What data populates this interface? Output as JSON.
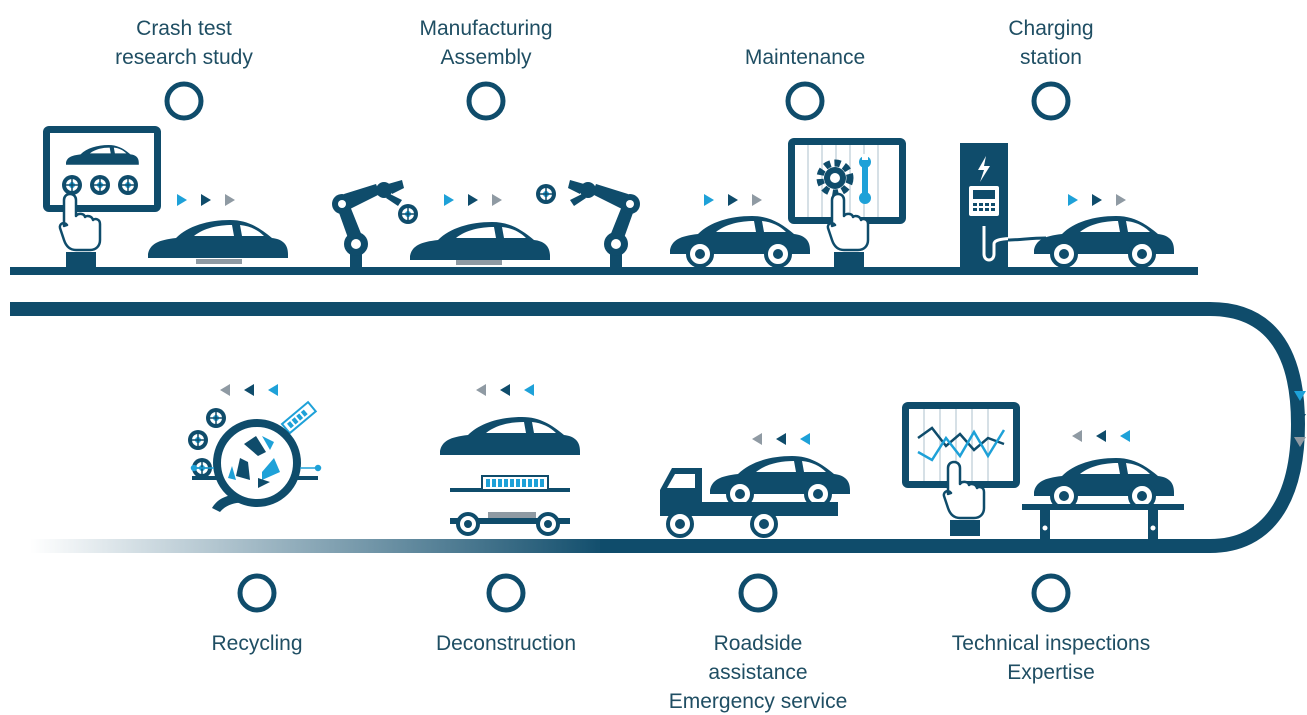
{
  "colors": {
    "navy": "#0f4c6b",
    "accent": "#1ea1d8",
    "grey": "#8f9aa3",
    "text": "#1f4e63"
  },
  "stages": {
    "crash_test": {
      "lines": [
        "Crash test",
        "research study"
      ]
    },
    "manufacturing": {
      "lines": [
        "Manufacturing",
        "Assembly"
      ]
    },
    "maintenance": {
      "lines": [
        "Maintenance"
      ]
    },
    "charging": {
      "lines": [
        "Charging",
        "station"
      ]
    },
    "recycling": {
      "lines": [
        "Recycling"
      ]
    },
    "deconstruction": {
      "lines": [
        "Deconstruction"
      ]
    },
    "roadside": {
      "lines": [
        "Roadside",
        "assistance",
        "Emergency service"
      ]
    },
    "inspections": {
      "lines": [
        "Technical inspections",
        "Expertise"
      ]
    }
  }
}
